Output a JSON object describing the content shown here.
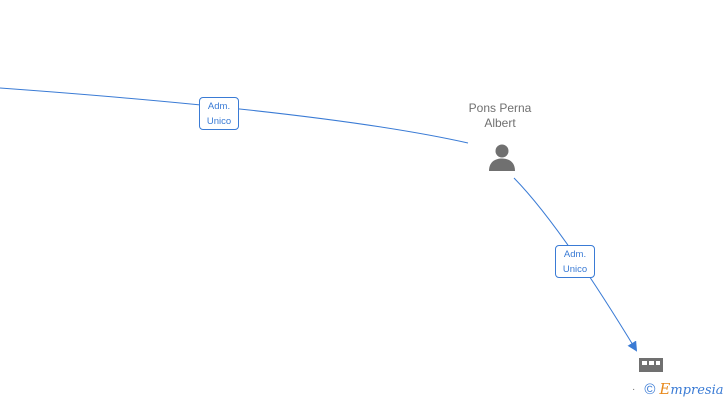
{
  "nodes": {
    "person": {
      "name_line1": "Pons Perna",
      "name_line2": "Albert",
      "icon": "person-icon"
    },
    "company": {
      "icon": "building-icon"
    }
  },
  "edges": [
    {
      "label_line1": "Adm.",
      "label_line2": "Unico"
    },
    {
      "label_line1": "Adm.",
      "label_line2": "Unico"
    }
  ],
  "footer": {
    "dot": "·",
    "copyright": "©",
    "brand_initial": "E",
    "brand_rest": "mpresia"
  },
  "colors": {
    "edge": "#3a7bd5",
    "node_icon": "#707070",
    "brand_initial": "#e8891c"
  }
}
